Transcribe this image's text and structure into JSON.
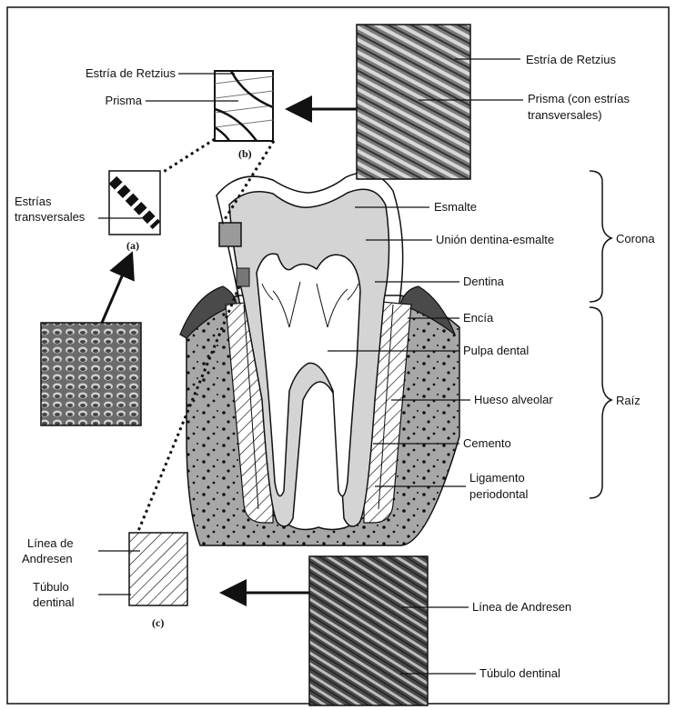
{
  "labels": {
    "estria_retzius_left": "Estría de Retzius",
    "prisma_left": "Prisma",
    "estrias_line1": "Estrías",
    "estrias_line2": "transversales",
    "estria_retzius_right": "Estría de Retzius",
    "prisma_right_line1": "Prisma (con estrías",
    "prisma_right_line2": "transversales)",
    "esmalte": "Esmalte",
    "union": "Unión dentina-esmalte",
    "dentina": "Dentina",
    "encia": "Encía",
    "pulpa": "Pulpa dental",
    "hueso": "Hueso alveolar",
    "cemento": "Cemento",
    "ligamento_line1": "Ligamento",
    "ligamento_line2": "periodontal",
    "corona": "Corona",
    "raiz": "Raíz",
    "linea_andresen_left_line1": "Línea de",
    "linea_andresen_left_line2": "Andresen",
    "tubulo_left_line1": "Túbulo",
    "tubulo_left_line2": "dentinal",
    "linea_andresen_right": "Línea de Andresen",
    "tubulo_right": "Túbulo dentinal",
    "tag_a": "(a)",
    "tag_b": "(b)",
    "tag_c": "(c)"
  },
  "colors": {
    "enamel": "#ffffff",
    "dentin": "#d4d4d4",
    "bone": "#a7a7a7",
    "gum": "#555555",
    "ink": "#111111",
    "micrograph_light": "#cfcfcf",
    "micrograph_dark": "#3a3a3a"
  }
}
